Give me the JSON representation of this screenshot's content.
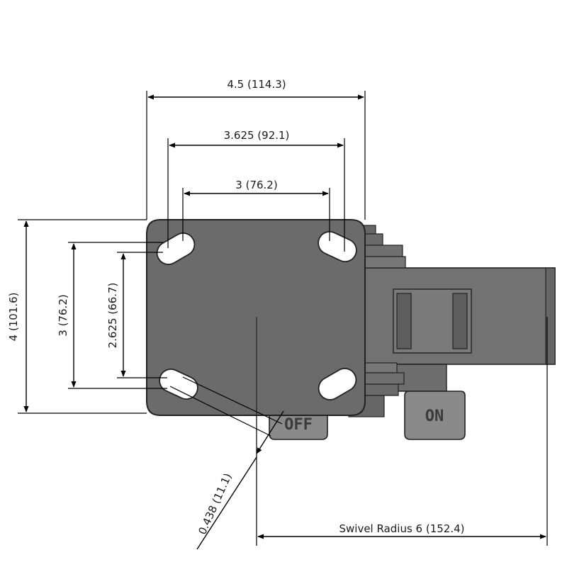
{
  "drawing": {
    "dimensions": {
      "plate_width": "4.5 (114.3)",
      "hole_span_outer": "3.625 (92.1)",
      "hole_span_inner": "3 (76.2)",
      "plate_height": "4 (101.6)",
      "hole_vertical_outer": "3 (76.2)",
      "hole_vertical_inner": "2.625 (66.7)",
      "slot_width": "0.438 (11.1)",
      "swivel_radius": "Swivel Radius 6 (152.4)"
    },
    "levers": {
      "off_label": "OFF",
      "on_label": "ON"
    },
    "colors": {
      "plate": "#6b6b6b",
      "body": "#727272",
      "lever": "#8a8a8a",
      "outline": "#222222"
    }
  }
}
